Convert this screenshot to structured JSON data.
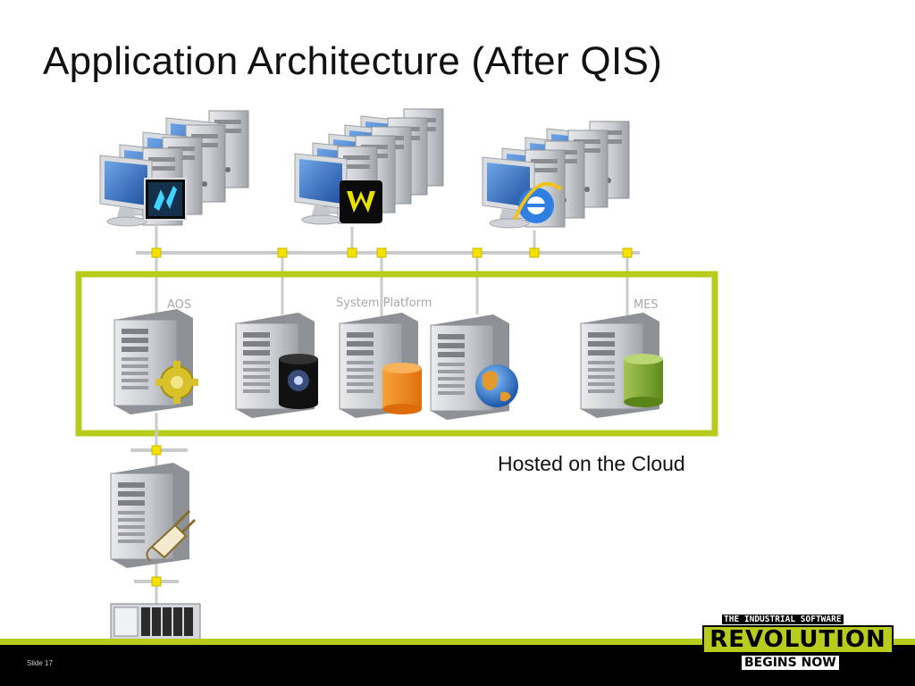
{
  "title": "Application Architecture (After QIS)",
  "labels": {
    "aos": "AOS",
    "system_platform": "System Platform",
    "mes": "MES",
    "cloud": "Hosted on the Cloud"
  },
  "footer": {
    "slide": "Slide 17",
    "logo_line1": "THE INDUSTRIAL SOFTWARE",
    "logo_line2": "REVOLUTION",
    "logo_line3": "BEGINS NOW"
  },
  "colors": {
    "cloud_border": "#b8cc1e",
    "connector": "#f5e000",
    "footer_accent": "#b8cc1e"
  },
  "icons": {
    "client_group_1": "intouch-client-icon",
    "client_group_2": "wonderware-client-icon",
    "client_group_3": "internet-explorer-icon",
    "server_1": "gear-icon",
    "server_2": "historian-database-icon",
    "server_3": "orange-database-icon",
    "server_4": "globe-icon",
    "server_5": "green-database-icon",
    "io_server": "plug-icon"
  }
}
